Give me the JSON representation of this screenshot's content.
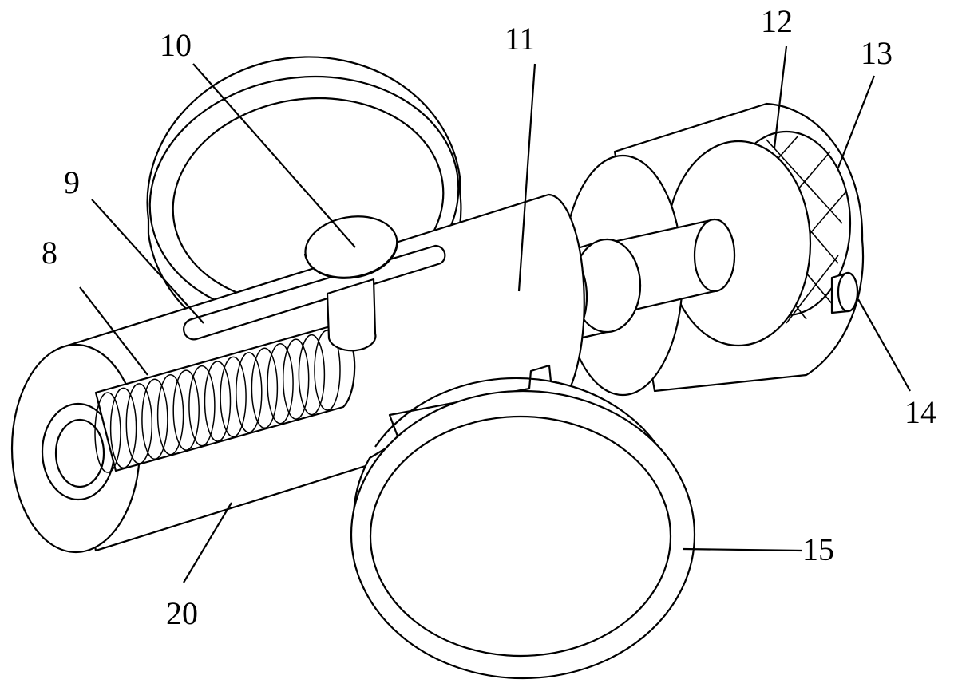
{
  "figure": {
    "labels": {
      "l8": "8",
      "l9": "9",
      "l10": "10",
      "l11": "11",
      "l12": "12",
      "l13": "13",
      "l14": "14",
      "l15": "15",
      "l20": "20"
    }
  }
}
